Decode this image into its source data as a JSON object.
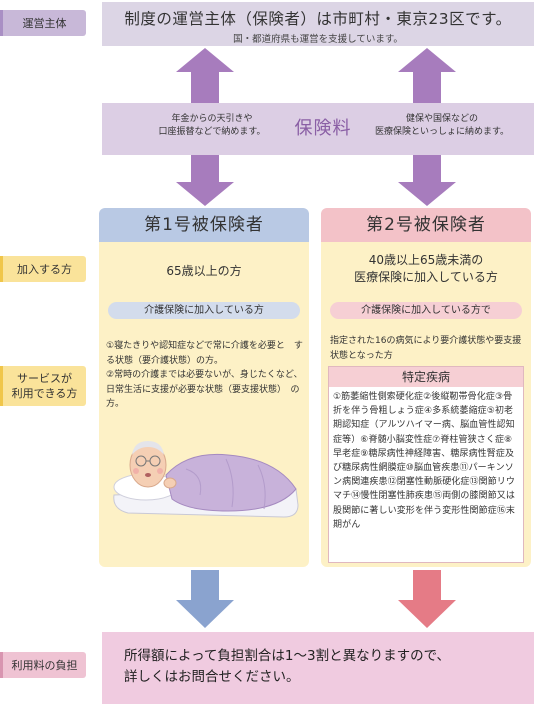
{
  "labels": {
    "operator": "運営主体",
    "join": "加入する方",
    "service": "サービスが\n利用できる方",
    "cost": "利用料の負担"
  },
  "operator_box": {
    "main": "制度の運営主体（保険者）は市町村・東京23区です。",
    "sub": "国・都道府県も運営を支援しています。"
  },
  "premium": {
    "title": "保険料",
    "left_note": "年金からの天引きや\n口座振替などで納めます。",
    "right_note": "健保や国保などの\n医療保険といっしょに納めます。"
  },
  "insured1": {
    "title": "第1号被保険者",
    "who": "65歳以上の方",
    "pill": "介護保険に加入している方",
    "service_text": "①寝たきりや認知症などで常に介護を必要と　する状態（要介護状態）の方。\n②常時の介護までは必要ないが、身じたくなど、　日常生活に支援が必要な状態（要支援状態）　の方。"
  },
  "insured2": {
    "title": "第2号被保険者",
    "who": "40歳以上65歳未満の\n医療保険に加入している方",
    "pill": "介護保険に加入している方で",
    "service_text": "指定された16の病気により要介護状態や要支援状態となった方",
    "diseases_title": "特定疾病",
    "diseases_text": "①筋萎縮性側索硬化症②後縦靭帯骨化症③骨折を伴う骨粗しょう症④多系統萎縮症⑤初老期認知症（アルツハイマー病、脳血管性認知症等）⑥脊髄小脳変性症⑦脊柱管狭さく症⑧早老症⑨糖尿病性神経障害、糖尿病性腎症及び糖尿病性網膜症⑩脳血管疾患⑪パーキンソン病関連疾患⑫閉塞性動脈硬化症⑬関節リウマチ⑭慢性閉塞性肺疾患⑮両側の膝関節又は股関節に著しい変形を伴う変形性関節症⑯末期がん"
  },
  "cost_box": {
    "text": "所得額によって負担割合は1～3割と異なりますので、\n詳しくはお問合せください。"
  },
  "colors": {
    "arrow_purple": "#a77cbd",
    "arrow_blue": "#8aa3cf",
    "arrow_pink": "#e57b86"
  }
}
